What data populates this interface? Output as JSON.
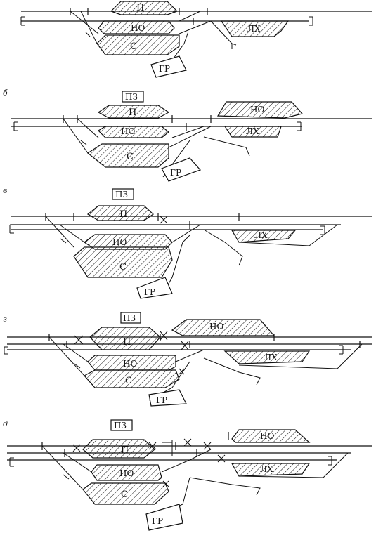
{
  "figure": {
    "panels": [
      {
        "letter": "",
        "labels": {
          "p": "П",
          "no": "НО",
          "s": "С",
          "lkh": "ЛХ",
          "gr": "ГР"
        }
      },
      {
        "letter": "б",
        "labels": {
          "pz": "ПЗ",
          "p": "П",
          "no": "НО",
          "no2": "НО",
          "s": "С",
          "lkh": "ЛХ",
          "gr": "ГР"
        }
      },
      {
        "letter": "в",
        "labels": {
          "pz": "ПЗ",
          "p": "П",
          "no": "НО",
          "s": "С",
          "lkh": "ЛХ",
          "gr": "ГР"
        }
      },
      {
        "letter": "г",
        "labels": {
          "pz": "ПЗ",
          "p": "П",
          "no": "НО",
          "no2": "НО",
          "s": "С",
          "lkh": "ЛХ",
          "gr": "ГР"
        }
      },
      {
        "letter": "д",
        "labels": {
          "pz": "ПЗ",
          "p": "П",
          "no": "НО",
          "no2": "НО",
          "s": "С",
          "lkh": "ЛХ",
          "gr": "ГР"
        }
      }
    ]
  }
}
